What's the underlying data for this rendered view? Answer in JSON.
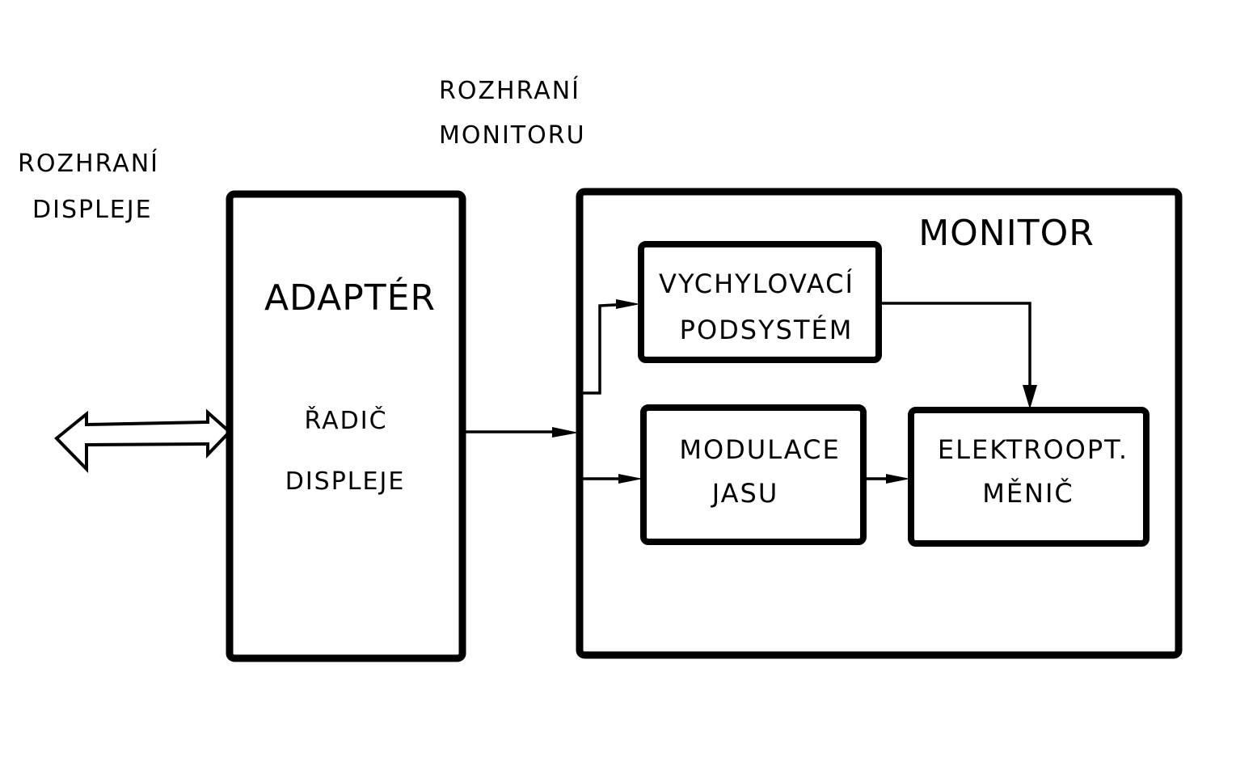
{
  "diagram": {
    "type": "block-diagram",
    "colors": {
      "stroke": "#000000",
      "background": "#ffffff"
    },
    "labels": {
      "display_interface": [
        "ROZHRANÍ",
        "DISPLEJE"
      ],
      "monitor_interface": [
        "ROZHRANÍ",
        "MONITORU"
      ]
    },
    "blocks": {
      "adapter": {
        "title": "ADAPTÉR",
        "subtitle": [
          "ŘADIČ",
          "DISPLEJE"
        ]
      },
      "monitor": {
        "title": "MONITOR"
      },
      "deflection": {
        "lines": [
          "VYCHYLOVACÍ",
          "PODSYSTÉM"
        ]
      },
      "brightness_modulation": {
        "lines": [
          "MODULACE",
          "JASU"
        ]
      },
      "electro_optical_converter": {
        "lines": [
          "ELEKTROOPT.",
          "MĚNIČ"
        ]
      }
    },
    "connections": [
      {
        "from": "external",
        "to": "adapter",
        "kind": "bidirectional-bus"
      },
      {
        "from": "adapter",
        "to": "monitor",
        "kind": "arrow"
      },
      {
        "from": "monitor-input",
        "to": "deflection",
        "kind": "arrow"
      },
      {
        "from": "monitor-input",
        "to": "brightness_modulation",
        "kind": "arrow"
      },
      {
        "from": "deflection",
        "to": "electro_optical_converter",
        "kind": "arrow"
      },
      {
        "from": "brightness_modulation",
        "to": "electro_optical_converter",
        "kind": "arrow"
      }
    ]
  }
}
